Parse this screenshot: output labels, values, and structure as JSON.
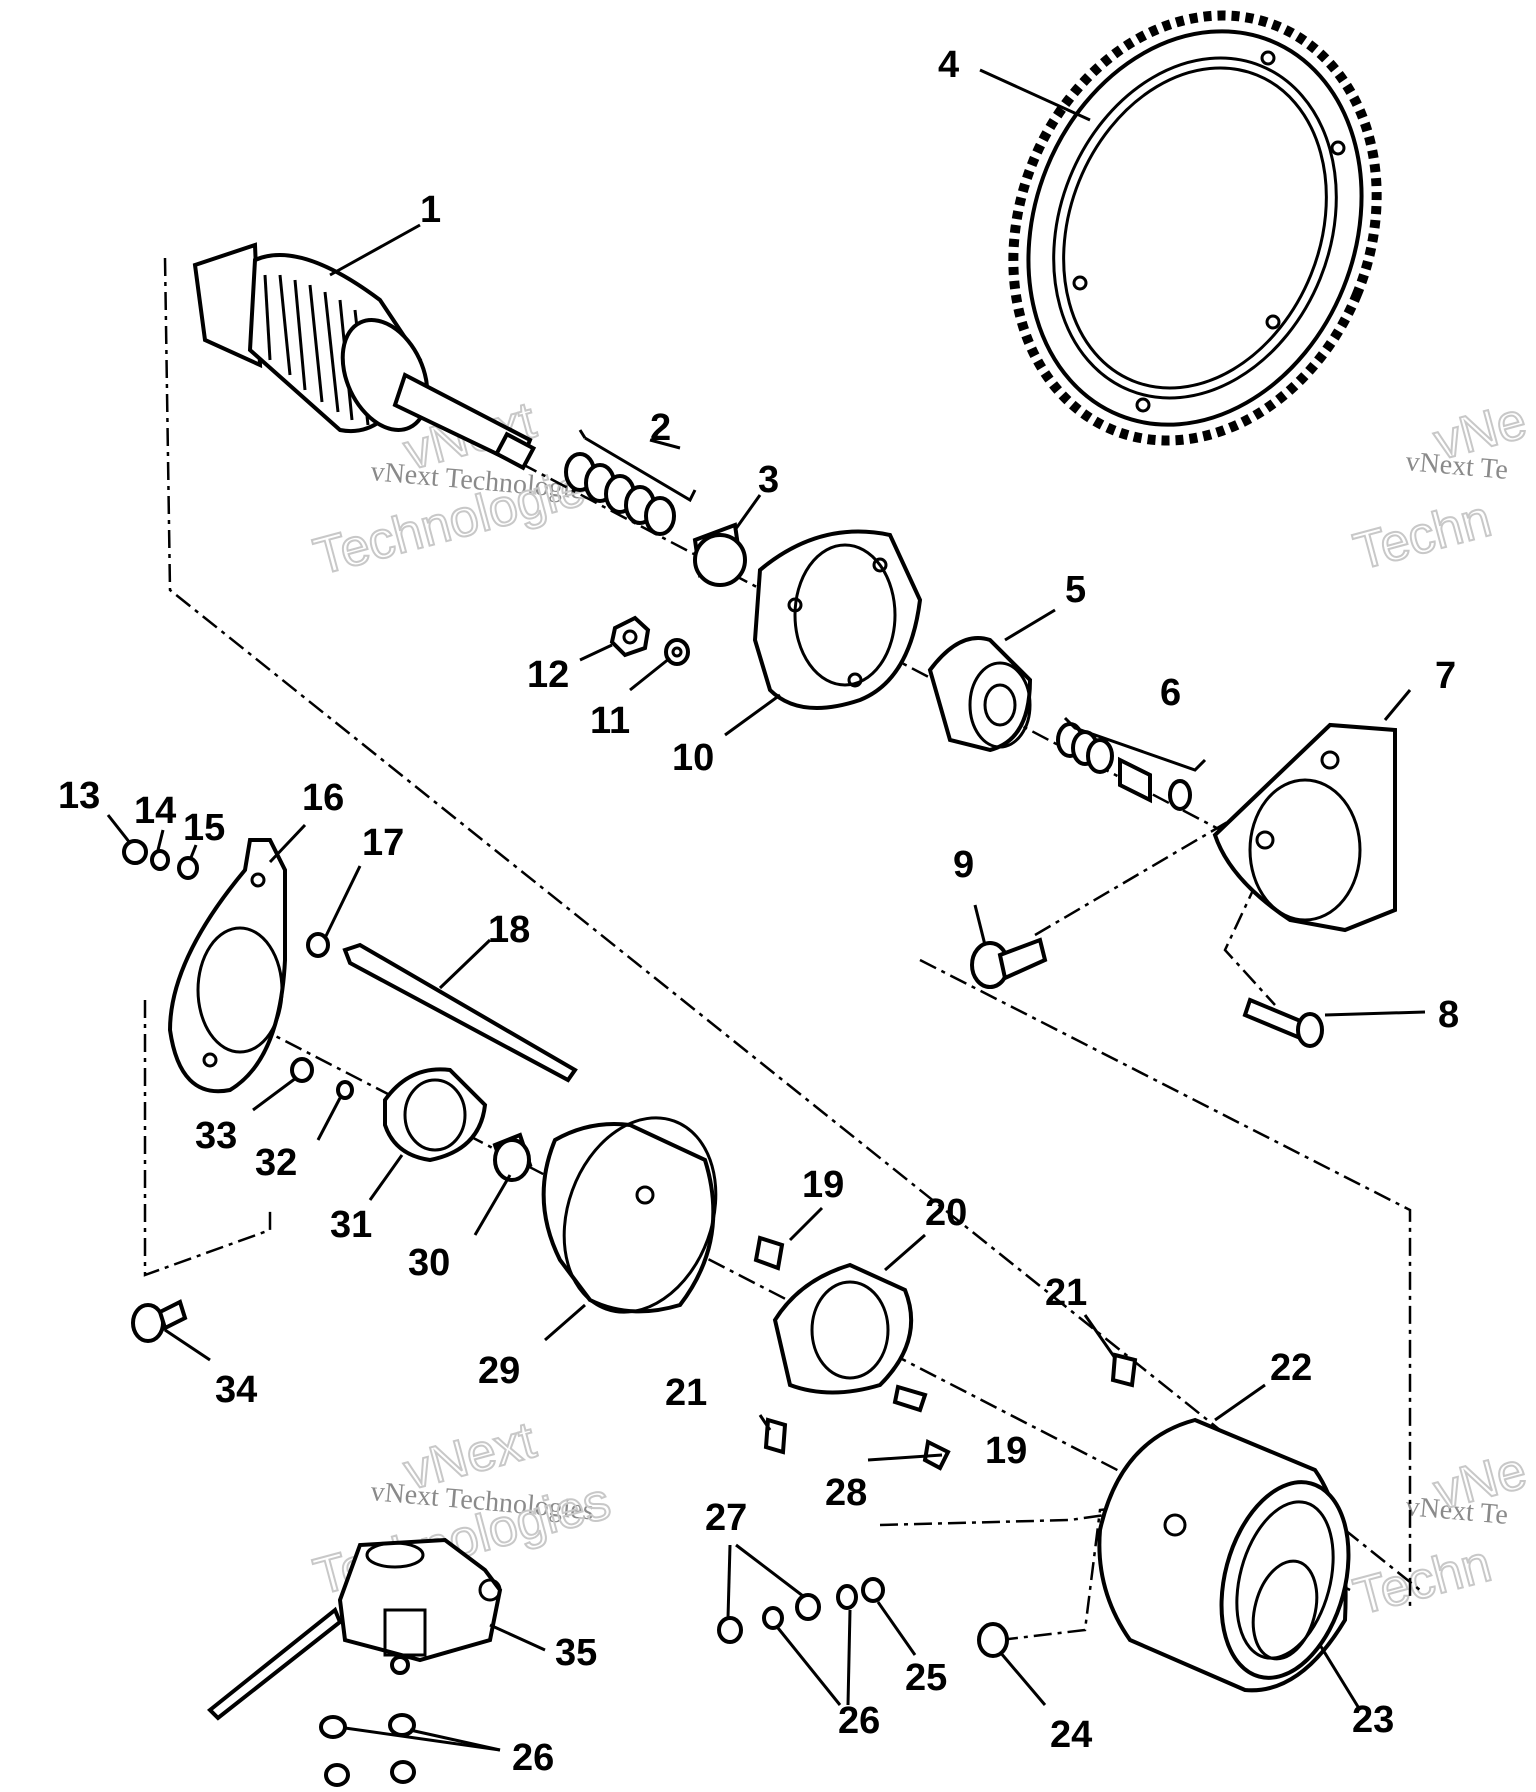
{
  "watermark": {
    "brand_small": "vNext Technologies",
    "brand_big_line1": "vNext",
    "brand_big_line2": "Technologies",
    "cut_small": "vNext Te",
    "cut_big1": "vNe",
    "cut_big2": "Techn"
  },
  "callouts": [
    {
      "id": "c1",
      "label": "1"
    },
    {
      "id": "c2",
      "label": "2"
    },
    {
      "id": "c3",
      "label": "3"
    },
    {
      "id": "c4",
      "label": "4"
    },
    {
      "id": "c5",
      "label": "5"
    },
    {
      "id": "c6",
      "label": "6"
    },
    {
      "id": "c7",
      "label": "7"
    },
    {
      "id": "c8",
      "label": "8"
    },
    {
      "id": "c9",
      "label": "9"
    },
    {
      "id": "c10",
      "label": "10"
    },
    {
      "id": "c11",
      "label": "11"
    },
    {
      "id": "c12",
      "label": "12"
    },
    {
      "id": "c13",
      "label": "13"
    },
    {
      "id": "c14",
      "label": "14"
    },
    {
      "id": "c15",
      "label": "15"
    },
    {
      "id": "c16",
      "label": "16"
    },
    {
      "id": "c17",
      "label": "17"
    },
    {
      "id": "c18",
      "label": "18"
    },
    {
      "id": "c19a",
      "label": "19"
    },
    {
      "id": "c19b",
      "label": "19"
    },
    {
      "id": "c20",
      "label": "20"
    },
    {
      "id": "c21a",
      "label": "21"
    },
    {
      "id": "c21b",
      "label": "21"
    },
    {
      "id": "c22",
      "label": "22"
    },
    {
      "id": "c23",
      "label": "23"
    },
    {
      "id": "c24",
      "label": "24"
    },
    {
      "id": "c25",
      "label": "25"
    },
    {
      "id": "c26a",
      "label": "26"
    },
    {
      "id": "c26b",
      "label": "26"
    },
    {
      "id": "c27",
      "label": "27"
    },
    {
      "id": "c28",
      "label": "28"
    },
    {
      "id": "c29",
      "label": "29"
    },
    {
      "id": "c30",
      "label": "30"
    },
    {
      "id": "c31",
      "label": "31"
    },
    {
      "id": "c32",
      "label": "32"
    },
    {
      "id": "c33",
      "label": "33"
    },
    {
      "id": "c34",
      "label": "34"
    },
    {
      "id": "c35",
      "label": "35"
    }
  ]
}
